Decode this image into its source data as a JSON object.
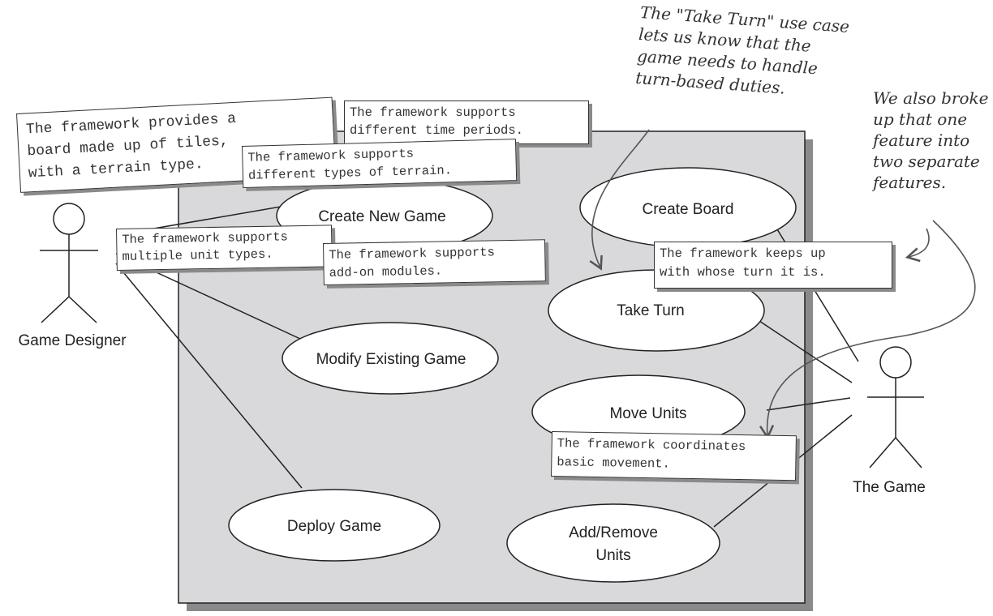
{
  "actors": {
    "designer": "Game Designer",
    "game": "The Game"
  },
  "use_cases": {
    "create_new_game": "Create New Game",
    "modify_existing_game": "Modify Existing Game",
    "deploy_game": "Deploy Game",
    "create_board": "Create Board",
    "take_turn": "Take Turn",
    "move_units": "Move Units",
    "add_remove_units_line1": "Add/Remove",
    "add_remove_units_line2": "Units"
  },
  "notes": {
    "board": "The framework provides a\nboard made up of tiles,\nwith a terrain type.",
    "time_periods": "The framework supports\ndifferent time periods.",
    "terrain": "The framework supports\ndifferent types of terrain.",
    "unit_types": "The framework supports\nmultiple unit types.",
    "addon": "The framework supports\nadd-on modules.",
    "turn": "The framework keeps up\nwith whose turn it is.",
    "movement": "The framework coordinates\nbasic movement."
  },
  "annotations": {
    "take_turn": "The \"Take Turn\" use case\nlets us know that the\ngame needs to handle\nturn-based duties.",
    "broke_up": "We also broke\nup that one\nfeature into\ntwo separate\nfeatures."
  },
  "colors": {
    "system_fill": "#d9d9dc",
    "shadow": "#8a8a8a",
    "stroke": "#222222"
  }
}
